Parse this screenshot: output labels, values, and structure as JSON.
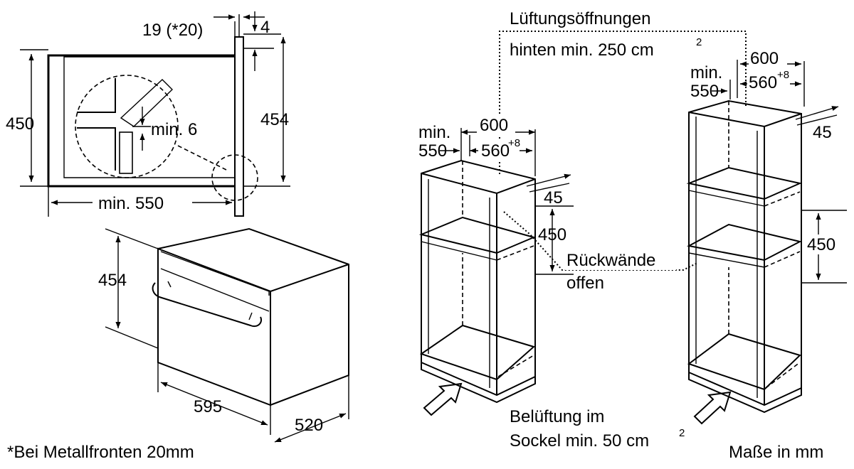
{
  "labels": {
    "top_gap": "19 (*20)",
    "top_front": "4",
    "left_height": "450",
    "right_height": "454",
    "min_gap": "min. 6",
    "left_depth": "min. 550",
    "oven_height": "454",
    "oven_width": "595",
    "oven_depth": "520",
    "footnote": "*Bei Metallfronten 20mm",
    "vent_rear_1": "Lüftungsöffnungen",
    "vent_rear_2": "hinten min. 250 cm",
    "vent_rear_sup": "2",
    "c1_min": "min.",
    "c1_550": "550",
    "c1_600": "600",
    "c1_560": "560",
    "c1_560_sup": "+8",
    "c1_45": "45",
    "c1_450": "450",
    "back_open_1": "Rückwände",
    "back_open_2": "offen",
    "vent_base_1": "Belüftung im",
    "vent_base_2": "Sockel min. 50 cm",
    "vent_base_sup": "2",
    "c2_min": "min.",
    "c2_550": "550",
    "c2_600": "600",
    "c2_560": "560",
    "c2_560_sup": "+8",
    "c2_45": "45",
    "c2_450": "450",
    "units": "Maße in mm"
  }
}
